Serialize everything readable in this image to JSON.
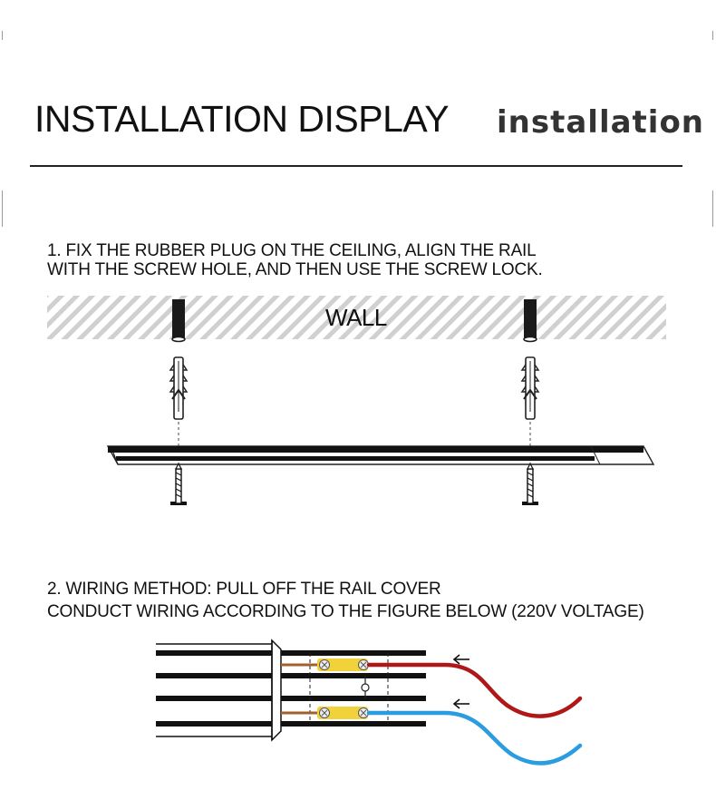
{
  "header": {
    "title": "INSTALLATION DISPLAY",
    "subtitle": "installation"
  },
  "step1": {
    "line1": "1. FIX THE RUBBER PLUG ON THE CEILING, ALIGN THE RAIL",
    "line2": "WITH THE SCREW HOLE, AND THEN USE THE SCREW LOCK."
  },
  "wall": {
    "label": "WALL"
  },
  "step2": {
    "line1": "2. WIRING METHOD: PULL OFF THE RAIL COVER",
    "line2": "CONDUCT WIRING ACCORDING TO THE FIGURE BELOW (220V VOLTAGE)"
  },
  "colors": {
    "live_wire": "#b01818",
    "neutral_wire": "#2a9de0",
    "terminal": "#f2d23a",
    "brown_wire": "#a0612e",
    "hatch": "#d0d0d0"
  }
}
